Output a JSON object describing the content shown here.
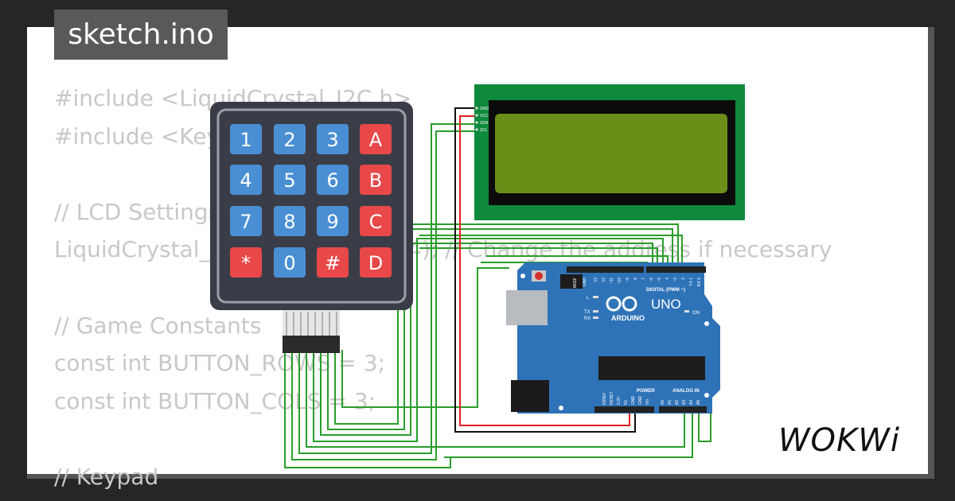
{
  "title": "sketch.ino",
  "code_lines": [
    "#include <LiquidCrystal_I2C.h>",
    "#include <Keypad.h>",
    "",
    "// LCD Settings",
    "LiquidCrystal_I2C lcd(0x27, 16, 4); // Change the address if necessary",
    "",
    "// Game Constants",
    "const int BUTTON_ROWS = 3;",
    "const int BUTTON_COLS = 3;",
    "",
    "// Keypad"
  ],
  "keypad": {
    "keys": [
      [
        "1",
        "2",
        "3",
        "A"
      ],
      [
        "4",
        "5",
        "6",
        "B"
      ],
      [
        "7",
        "8",
        "9",
        "C"
      ],
      [
        "*",
        "0",
        "#",
        "D"
      ]
    ],
    "blue": "#4a8fd4",
    "red": "#e84848"
  },
  "lcd": {
    "pins": [
      "GND",
      "VCC",
      "SDA",
      "SCL"
    ]
  },
  "arduino": {
    "brand": "ARDUINO",
    "model": "UNO",
    "digital_label": "DIGITAL (PWM ~)",
    "power_label": "POWER",
    "analog_label": "ANALOG IN",
    "on_label": "ON",
    "l_label": "L",
    "tx_label": "TX",
    "rx_label": "RX",
    "aref_label": "AREF",
    "gnd_label": "GND",
    "digital_pins": [
      "13",
      "12",
      "~11",
      "~10",
      "~9",
      "8",
      "7",
      "~6",
      "~5",
      "4",
      "~3",
      "2",
      "TX 1",
      "RX 0"
    ],
    "power_pins": [
      "IOREF",
      "RESET",
      "3.3V",
      "5V",
      "GND",
      "GND",
      "Vin"
    ],
    "analog_pins": [
      "A0",
      "A1",
      "A2",
      "A3",
      "A4",
      "A5"
    ]
  },
  "logo_text": "WOKWi",
  "colors": {
    "board": "#2e73b8",
    "lcd_frame": "#0f8a3c",
    "lcd_screen": "#6b8e18",
    "wire_green": "#2a9d2a",
    "wire_red": "#e02020",
    "wire_black": "#111111"
  }
}
